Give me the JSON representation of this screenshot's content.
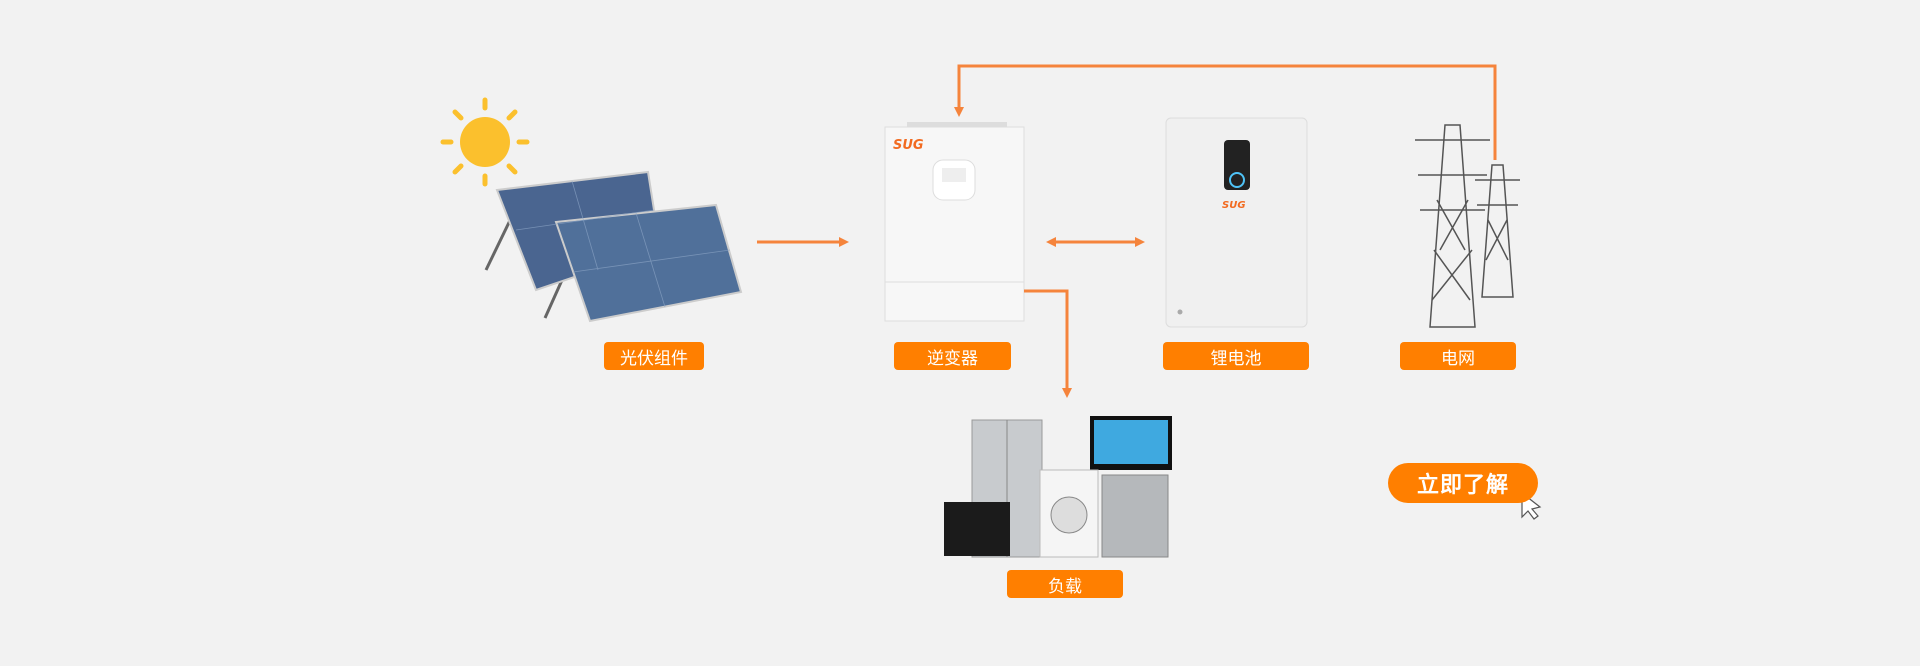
{
  "nodes": {
    "solar": {
      "label": "光伏组件"
    },
    "inverter": {
      "label": "逆变器",
      "brand": "SUG"
    },
    "battery": {
      "label": "锂电池",
      "brand": "SUG"
    },
    "grid": {
      "label": "电网"
    },
    "load": {
      "label": "负载"
    }
  },
  "cta": {
    "label": "立即了解"
  },
  "colors": {
    "accent": "#ff7f00",
    "line": "#f5843c",
    "sun": "#fbc02d",
    "background": "#f2f2f2"
  }
}
